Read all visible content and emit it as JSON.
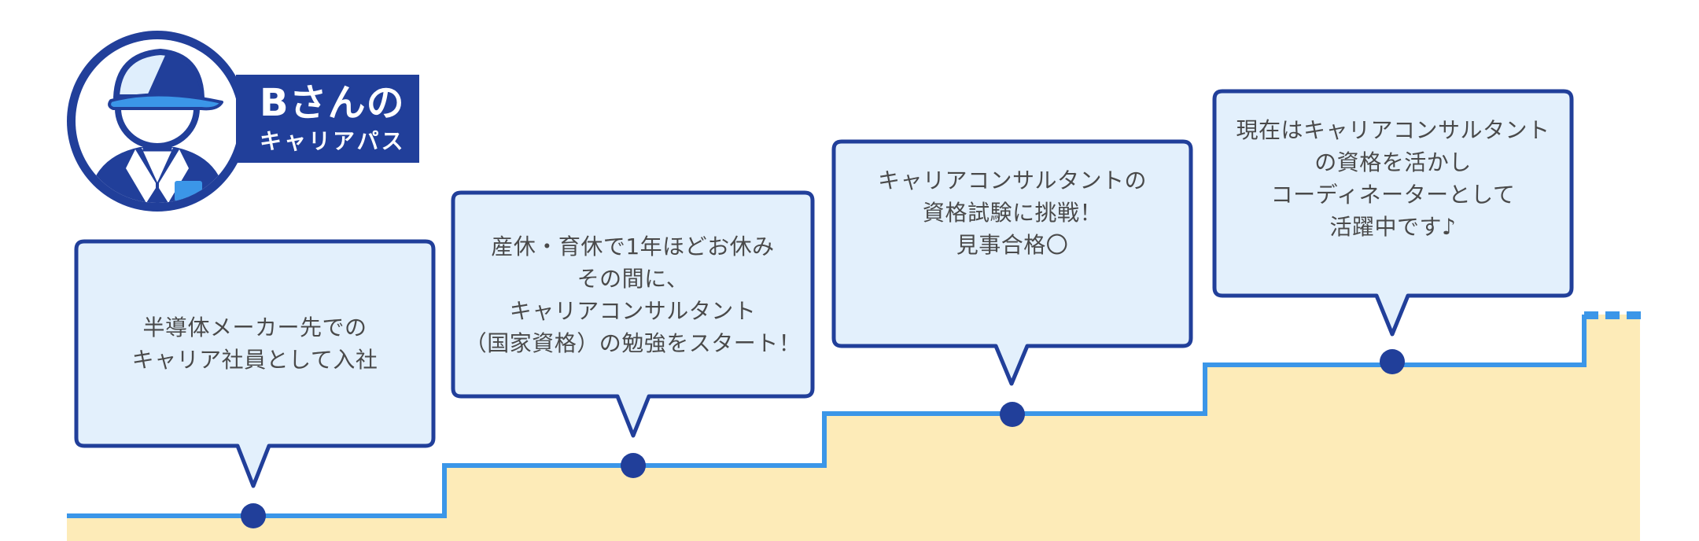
{
  "header": {
    "name": "Bさんの",
    "subtitle": "キャリアパス",
    "avatar_icon": "worker-avatar-icon"
  },
  "colors": {
    "navy": "#213f9a",
    "sky": "#3b96e8",
    "bubble_fill": "#e3f0fc",
    "ground": "#fdebb8",
    "text": "#4a4a4a"
  },
  "steps": [
    {
      "lines": [
        "半導体メーカー先での",
        "キャリア社員として入社"
      ]
    },
    {
      "lines": [
        "産休・育休で1年ほどお休み",
        "その間に、",
        "キャリアコンサルタント",
        "（国家資格）の勉強をスタート！"
      ]
    },
    {
      "lines": [
        "キャリアコンサルタントの",
        "資格試験に挑戦！",
        "見事合格〇"
      ]
    },
    {
      "lines": [
        "現在はキャリアコンサルタント",
        "の資格を活かし",
        "コーディネーターとして",
        "活躍中です♪"
      ]
    }
  ]
}
